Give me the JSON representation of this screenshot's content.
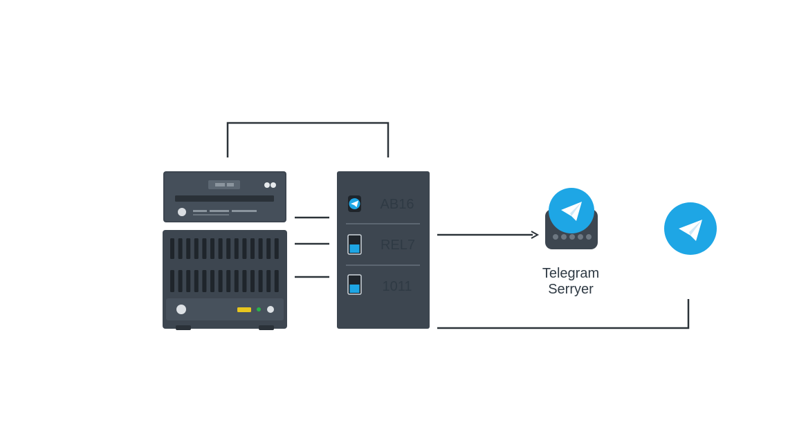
{
  "modules": [
    {
      "label": "AB16",
      "indicator": "telegram-badge"
    },
    {
      "label": "REL7",
      "indicator": "level-bar"
    },
    {
      "label": "1011",
      "indicator": "level-bar"
    }
  ],
  "server": {
    "label_line1": "Telegram",
    "label_line2": "Serryer",
    "icon": "telegram-plane-icon"
  },
  "endpoint": {
    "icon": "telegram-plane-icon"
  },
  "colors": {
    "hardware": "#3d4650",
    "hardware_dark": "#2a3138",
    "line": "#2b3238",
    "telegram": "#1ea6e5",
    "accent_yellow": "#e8c61e",
    "accent_green": "#29b34a"
  }
}
